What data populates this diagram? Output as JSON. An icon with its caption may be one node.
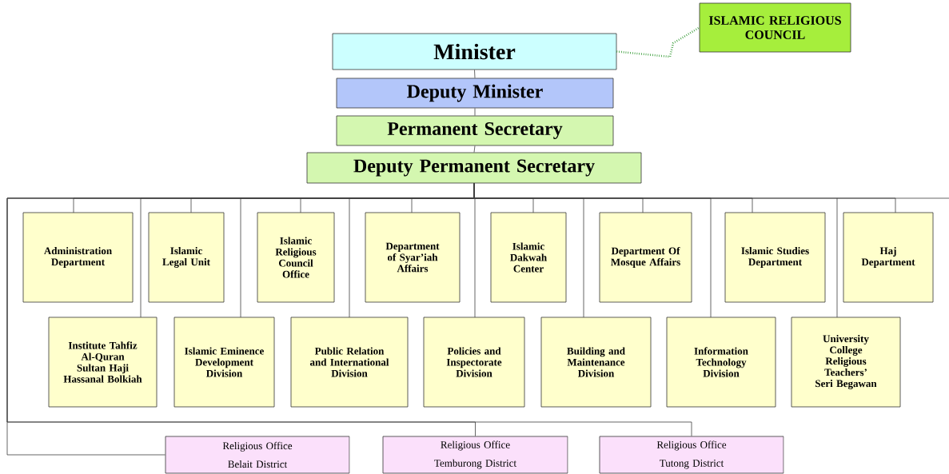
{
  "diagram": {
    "nodes": [
      {
        "text": [
          "Minister"
        ]
      },
      {
        "text": [
          "ISLAMIC RELIGIOUS COUNCIL"
        ]
      },
      {
        "text": [
          "Deputy Minister"
        ]
      },
      {
        "text": [
          "Permanent Secretary"
        ]
      },
      {
        "text": [
          "Deputy Permanent Secretary"
        ]
      },
      {
        "text": [
          "Administration Department"
        ]
      },
      {
        "text": [
          "Islamic Legal Unit"
        ]
      },
      {
        "text": [
          "Islamic Religious Council Office"
        ]
      },
      {
        "text": [
          "Department of Syar’iah Affairs"
        ]
      },
      {
        "text": [
          "Islamic Dakwah Center"
        ]
      },
      {
        "text": [
          "Department Of Mosque Affairs"
        ]
      },
      {
        "text": [
          "Islamic Studies Department"
        ]
      },
      {
        "text": [
          "Haj Department"
        ]
      },
      {
        "text": [
          "Institute Tahfiz Al-Quran Sultan Haji Hassanal Bolkiah"
        ]
      },
      {
        "text": [
          "Islamic Eminence Development Division"
        ]
      },
      {
        "text": [
          "Public Relation and International Division"
        ]
      },
      {
        "text": [
          "Policies and Inspectorate Division"
        ]
      },
      {
        "text": [
          "Building and Maintenance Division"
        ]
      },
      {
        "text": [
          "Information Technology Division"
        ]
      },
      {
        "text": [
          "University College Religious Teachers’ Seri Begawan"
        ]
      },
      {
        "text": [
          "Religious Office Belait District"
        ]
      },
      {
        "text": [
          "Religious Office Temburong District"
        ]
      },
      {
        "text": [
          "Religious Office Tutong District"
        ]
      }
    ],
    "edges": [
      {
        "from": 0,
        "to": 1,
        "arrow": "none",
        "style": "dashed",
        "color": "#339933"
      },
      {
        "from": 0,
        "to": 2,
        "arrow": "none"
      },
      {
        "from": 2,
        "to": 3,
        "arrow": "none"
      },
      {
        "from": 3,
        "to": 4,
        "arrow": "none"
      },
      {
        "from": 4,
        "to": 5,
        "arrow": "none"
      },
      {
        "from": 4,
        "to": 6,
        "arrow": "none"
      },
      {
        "from": 4,
        "to": 7,
        "arrow": "none"
      },
      {
        "from": 4,
        "to": 8,
        "arrow": "none"
      },
      {
        "from": 4,
        "to": 9,
        "arrow": "none"
      },
      {
        "from": 4,
        "to": 10,
        "arrow": "none"
      },
      {
        "from": 4,
        "to": 11,
        "arrow": "none"
      },
      {
        "from": 4,
        "to": 12,
        "arrow": "none"
      },
      {
        "from": 4,
        "to": 13,
        "arrow": "none"
      },
      {
        "from": 4,
        "to": 14,
        "arrow": "none"
      },
      {
        "from": 4,
        "to": 15,
        "arrow": "none"
      },
      {
        "from": 4,
        "to": 16,
        "arrow": "none"
      },
      {
        "from": 4,
        "to": 17,
        "arrow": "none"
      },
      {
        "from": 4,
        "to": 18,
        "arrow": "none"
      },
      {
        "from": 4,
        "to": 19,
        "arrow": "none"
      },
      {
        "from": 4,
        "to": 20,
        "arrow": "none"
      },
      {
        "from": 4,
        "to": 21,
        "arrow": "none"
      },
      {
        "from": 4,
        "to": 22,
        "arrow": "none"
      }
    ]
  }
}
